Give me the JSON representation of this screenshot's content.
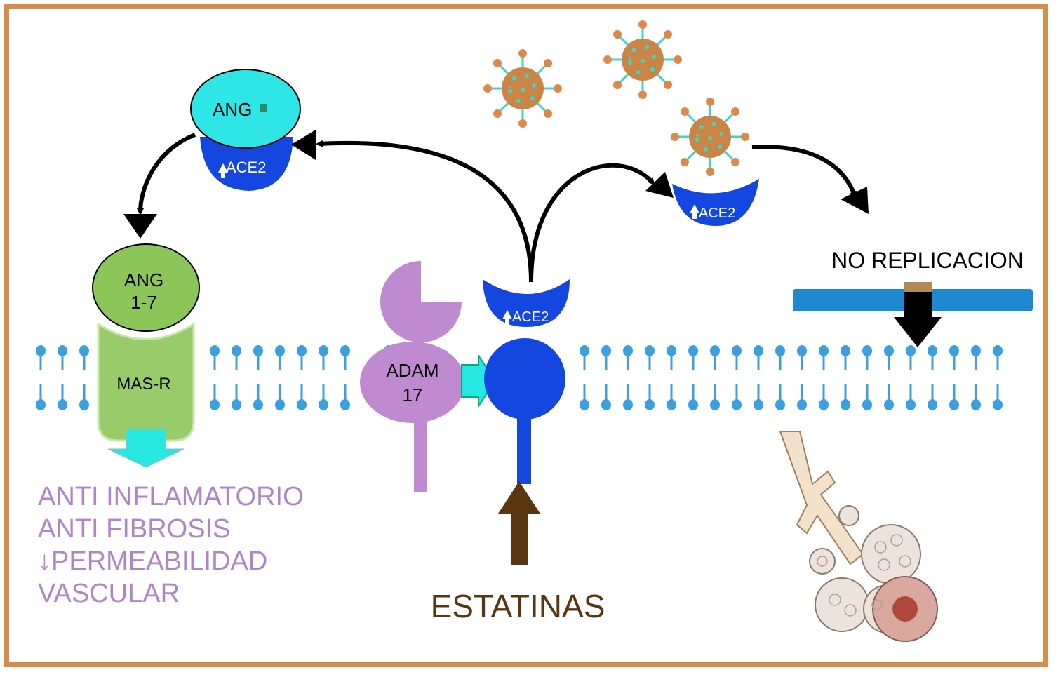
{
  "labels": {
    "ang_top": "ANG",
    "ace2_top": "ACE2",
    "ang17_line1": "ANG",
    "ang17_line2": "1-7",
    "masr": "MAS-R",
    "adam_line1": "ADAM",
    "adam_line2": "17",
    "ace2_center": "ACE2",
    "ace2_right": "ACE2",
    "no_replicacion": "NO REPLICACION",
    "estatinas": "ESTATINAS"
  },
  "effects": [
    "ANTI INFLAMATORIO",
    "ANTI FIBROSIS",
    "↓PERMEABILIDAD",
    "VASCULAR"
  ],
  "colors": {
    "frame": "#d58d4d",
    "ace2_blue": "#1240e0",
    "cyan": "#26e8e0",
    "green": "#8cc659",
    "purple": "#c08ad0",
    "membrane": "#3aa0e0",
    "effects_text": "#b084c8",
    "estatinas_brown": "#5a3610",
    "virus_body": "#c98446"
  },
  "icons": {
    "virus": "virus-icon",
    "lung": "lung-alveoli-icon",
    "up_arrow": "up-arrow-icon"
  }
}
